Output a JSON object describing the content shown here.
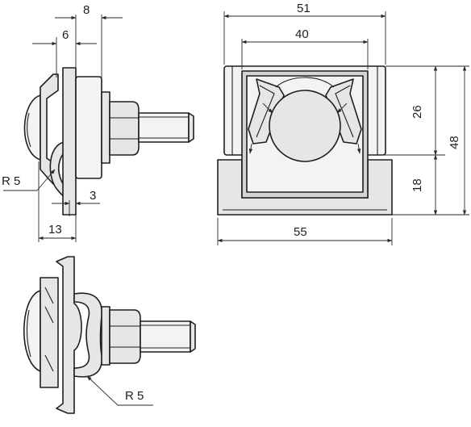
{
  "dimensions": {
    "side_width_8": "8",
    "side_width_6": "6",
    "side_radius": "R 5",
    "side_thickness_3": "3",
    "side_width_13": "13",
    "front_width_51": "51",
    "front_width_40": "40",
    "front_height_26": "26",
    "front_height_48": "48",
    "front_height_18": "18",
    "front_width_55": "55",
    "lower_radius": "R 5"
  }
}
